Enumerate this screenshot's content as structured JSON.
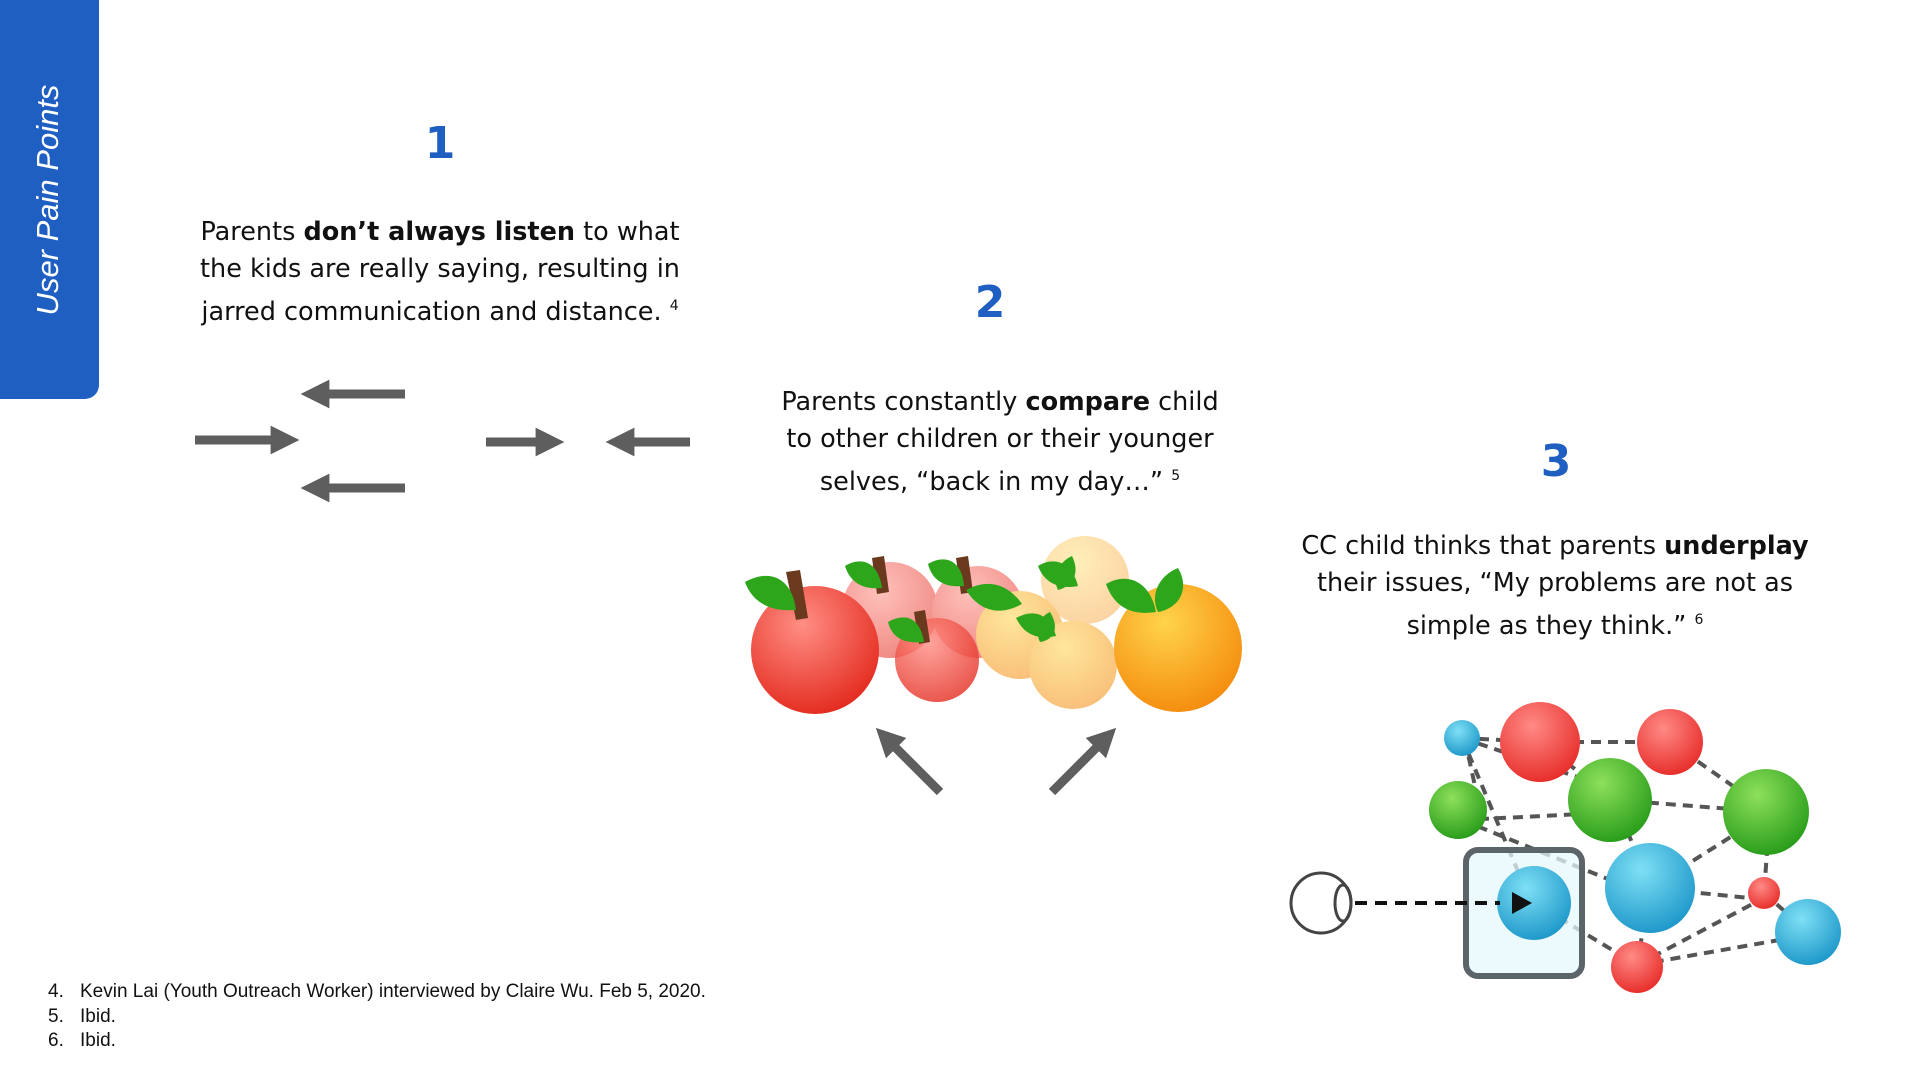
{
  "sidebar": {
    "label": "User Pain Points"
  },
  "points": [
    {
      "number": "1",
      "text_before": "Parents ",
      "emphasis": "don’t always listen",
      "text_after": " to what the kids are really saying, resulting in jarred communication and distance.",
      "ref": "4",
      "illustration": "opposing-arrows-icon"
    },
    {
      "number": "2",
      "text_before": "Parents constantly ",
      "emphasis": "compare",
      "text_after": " child to other children or their younger selves, “back in my day…”",
      "ref": "5",
      "illustration": "apples-comparison-icon"
    },
    {
      "number": "3",
      "text_before": "CC child thinks that parents ",
      "emphasis": "underplay",
      "text_after": " their issues, “My problems are not as simple as they think.”",
      "ref": "6",
      "illustration": "network-focus-icon"
    }
  ],
  "footnotes": [
    {
      "num": "4.",
      "text": "Kevin Lai (Youth Outreach Worker) interviewed by Claire Wu. Feb 5, 2020."
    },
    {
      "num": "5.",
      "text": "Ibid."
    },
    {
      "num": "6.",
      "text": "Ibid."
    }
  ],
  "colors": {
    "accent": "#1f5fc2",
    "arrow": "#5e5e5e",
    "apple_red": "#e83a2c",
    "apple_orange": "#f6a01e",
    "leaf_green": "#2aa31a",
    "node_red": "#ec4040",
    "node_green": "#3cae24",
    "node_blue": "#2aaed8"
  }
}
